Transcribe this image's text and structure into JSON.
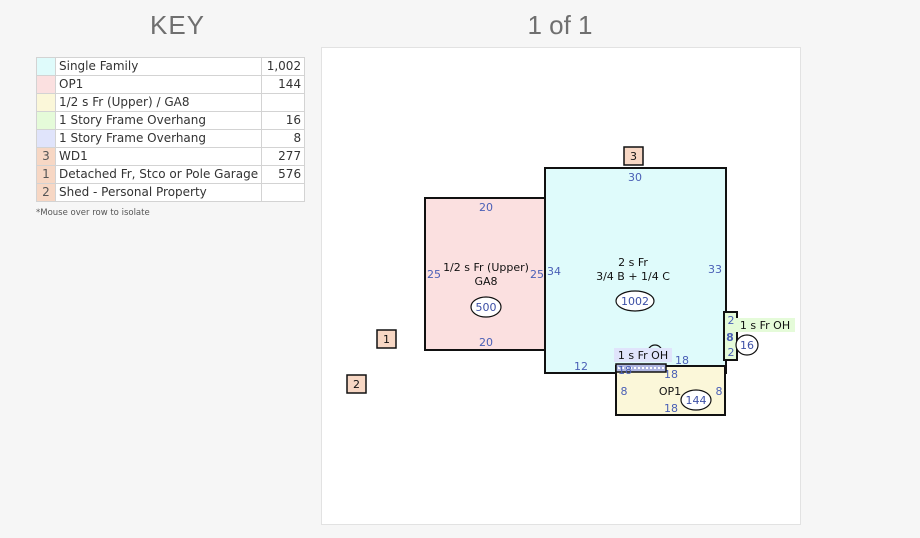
{
  "key": {
    "title": "KEY",
    "rows": [
      {
        "marker": "",
        "label": "Single Family",
        "value": "1,002",
        "color": "#dffbfb"
      },
      {
        "marker": "",
        "label": "OP1",
        "value": "144",
        "color": "#fbe0e0"
      },
      {
        "marker": "",
        "label": "1/2 s Fr (Upper) / GA8",
        "value": "",
        "color": "#fbf7d9"
      },
      {
        "marker": "",
        "label": "1 Story Frame Overhang",
        "value": "16",
        "color": "#e5fbd9"
      },
      {
        "marker": "",
        "label": "1 Story Frame Overhang",
        "value": "8",
        "color": "#e0e4fb"
      },
      {
        "marker": "3",
        "label": "WD1",
        "value": "277",
        "color": "#f7d7c4"
      },
      {
        "marker": "1",
        "label": "Detached Fr, Stco or Pole Garage",
        "value": "576",
        "color": "#f7d7c4"
      },
      {
        "marker": "2",
        "label": "Shed - Personal Property",
        "value": "",
        "color": "#f7d7c4"
      }
    ],
    "note": "*Mouse over row to isolate"
  },
  "page": {
    "title": "1 of 1"
  },
  "sketch": {
    "garage": {
      "top": "20",
      "bottom": "20",
      "left": "25",
      "right": "25",
      "label1": "1/2 s Fr (Upper)",
      "label2": "GA8",
      "area": "500",
      "color": "#fbe0e0"
    },
    "house": {
      "top": "30",
      "left": "34",
      "right": "33",
      "bottom_left": "12",
      "bottom_right": "18",
      "label1": "2 s Fr",
      "label2": "3/4 B + 1/4 C",
      "area": "1002",
      "color": "#dffbfb"
    },
    "overhang_right": {
      "label": "1 s Fr OH",
      "dim_top": "2",
      "dim_side": "8",
      "dim_bottom": "2",
      "area": "16",
      "color": "#e5fbd9"
    },
    "overhang_bottom": {
      "label": "1 s Fr OH",
      "dim": "18",
      "color": "#e0e4fb"
    },
    "porch": {
      "label": "OP1",
      "left": "8",
      "right": "8",
      "bottom": "18",
      "top": "18",
      "area": "144",
      "color": "#fbf7d9"
    },
    "markers": [
      {
        "label": "3",
        "color": "#f7d7c4"
      },
      {
        "label": "1",
        "color": "#f7d7c4"
      },
      {
        "label": "2",
        "color": "#f7d7c4"
      }
    ]
  }
}
